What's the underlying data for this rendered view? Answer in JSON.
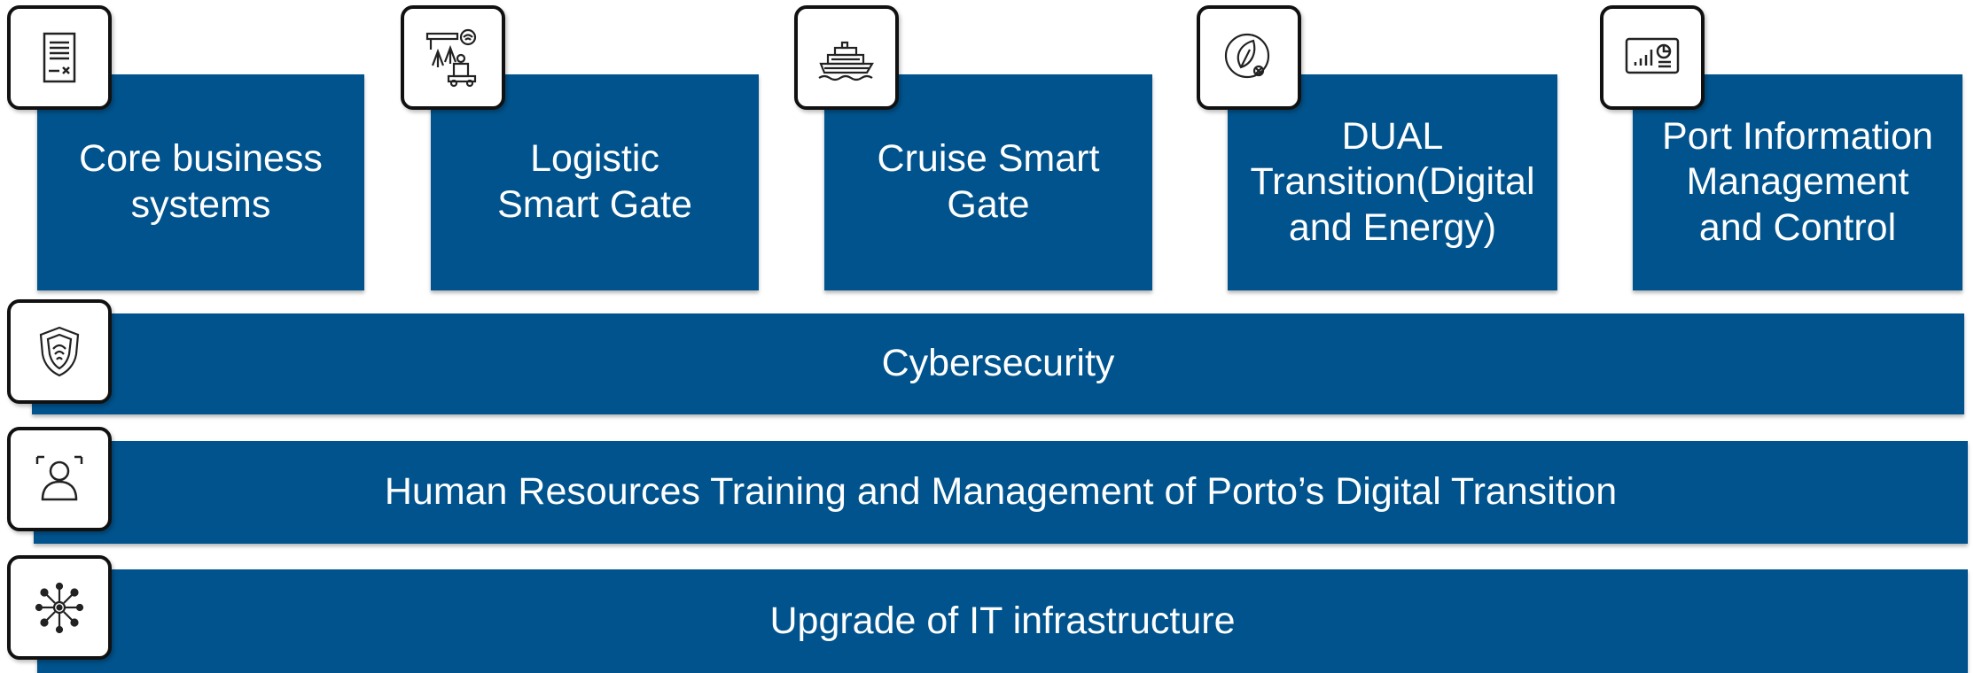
{
  "top_boxes": [
    {
      "label": "Core business\nsystems",
      "icon": "document-icon"
    },
    {
      "label": "Logistic\nSmart Gate",
      "icon": "logistics-gate-icon"
    },
    {
      "label": "Cruise Smart\nGate",
      "icon": "cruise-ship-icon"
    },
    {
      "label": "DUAL\nTransition(Digital\nand Energy)",
      "icon": "leaf-energy-icon"
    },
    {
      "label": "Port Information\nManagement\nand Control",
      "icon": "dashboard-icon"
    }
  ],
  "bars": [
    {
      "label": "Cybersecurity",
      "icon": "shield-icon"
    },
    {
      "label": "Human Resources Training and Management of Porto’s Digital Transition",
      "icon": "person-icon"
    },
    {
      "label": "Upgrade of IT infrastructure",
      "icon": "network-icon"
    }
  ],
  "colors": {
    "box_fill": "#00538d",
    "text": "#ffffff",
    "icon_frame_border": "#111111"
  }
}
